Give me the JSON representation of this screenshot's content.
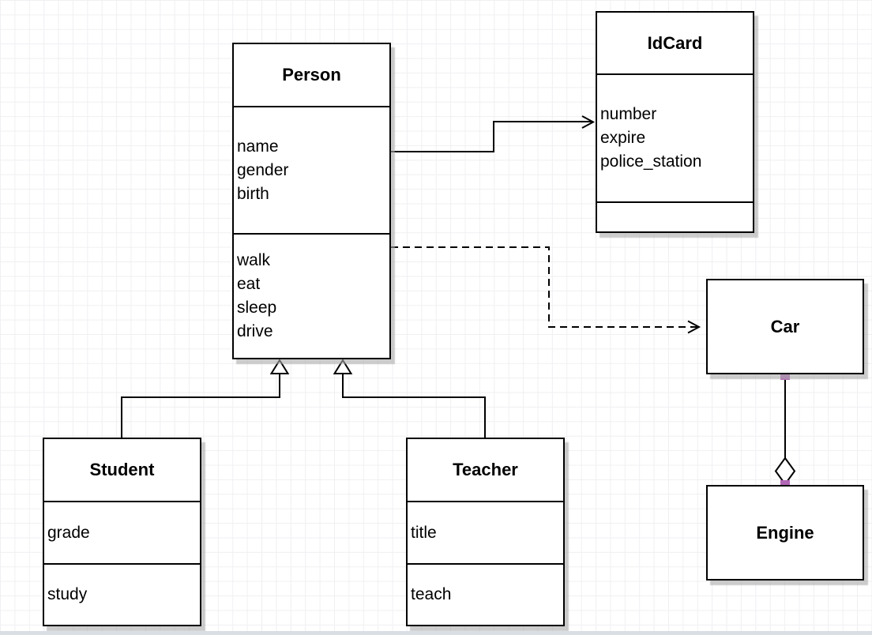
{
  "diagram": {
    "classes": [
      {
        "title": "Person",
        "attributes": [
          "name",
          "gender",
          "birth"
        ],
        "methods": [
          "walk",
          "eat",
          "sleep",
          "drive"
        ]
      },
      {
        "title": "IdCard",
        "attributes": [
          "number",
          "expire",
          "police_station"
        ],
        "methods": []
      },
      {
        "title": "Car",
        "attributes": [],
        "methods": []
      },
      {
        "title": "Engine",
        "attributes": [],
        "methods": []
      },
      {
        "title": "Student",
        "attributes": [
          "grade"
        ],
        "methods": [
          "study"
        ]
      },
      {
        "title": "Teacher",
        "attributes": [
          "title"
        ],
        "methods": [
          "teach"
        ]
      }
    ],
    "relationships": [
      {
        "from": "Person",
        "to": "IdCard",
        "type": "association",
        "line": "solid",
        "arrowhead": "open"
      },
      {
        "from": "Person",
        "to": "Car",
        "type": "dependency",
        "line": "dashed",
        "arrowhead": "open"
      },
      {
        "from": "Student",
        "to": "Person",
        "type": "generalization",
        "arrowhead": "hollow-triangle"
      },
      {
        "from": "Teacher",
        "to": "Person",
        "type": "generalization",
        "arrowhead": "hollow-triangle"
      },
      {
        "from": "Car",
        "to": "Engine",
        "type": "aggregation",
        "marker": "hollow-diamond"
      }
    ],
    "colors": {
      "box_fill": "#ffffff",
      "box_border": "#000000",
      "endpoint_handle": "#b266b6",
      "grid_line": "#f0f0f3",
      "shadow": "#aaaaaa"
    }
  }
}
